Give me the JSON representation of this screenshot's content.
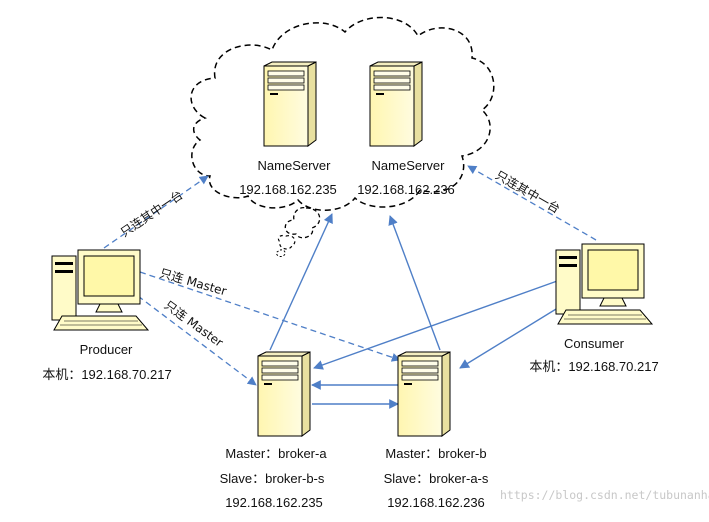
{
  "colors": {
    "connection": "#4f7fc7",
    "cloud_outline": "#000000",
    "device_fill": "#fffbc8",
    "screen_fill": "#fff8a8"
  },
  "nodes": {
    "nameserver_1": {
      "title": "NameServer",
      "ip": "192.168.162.235",
      "icon": "server-tower-icon"
    },
    "nameserver_2": {
      "title": "NameServer",
      "ip": "192.168.162.236",
      "icon": "server-tower-icon"
    },
    "producer": {
      "title": "Producer",
      "ip": "本机：192.168.70.217",
      "icon": "desktop-computer-icon"
    },
    "consumer": {
      "title": "Consumer",
      "ip": "本机：192.168.70.217",
      "icon": "desktop-computer-icon"
    },
    "broker_a": {
      "master": "Master：broker-a",
      "slave": "Slave：broker-b-s",
      "ip": "192.168.162.235",
      "icon": "server-tower-icon"
    },
    "broker_b": {
      "master": "Master：broker-b",
      "slave": "Slave：broker-a-s",
      "ip": "192.168.162.236",
      "icon": "server-tower-icon"
    }
  },
  "edges": {
    "producer_to_nameserver": "只连其中一台",
    "consumer_to_nameserver": "只连其中一台",
    "producer_to_master_1": "只连 Master",
    "producer_to_master_2": "只连 Master"
  },
  "watermark": "https://blog.csdn.net/tubunanha"
}
